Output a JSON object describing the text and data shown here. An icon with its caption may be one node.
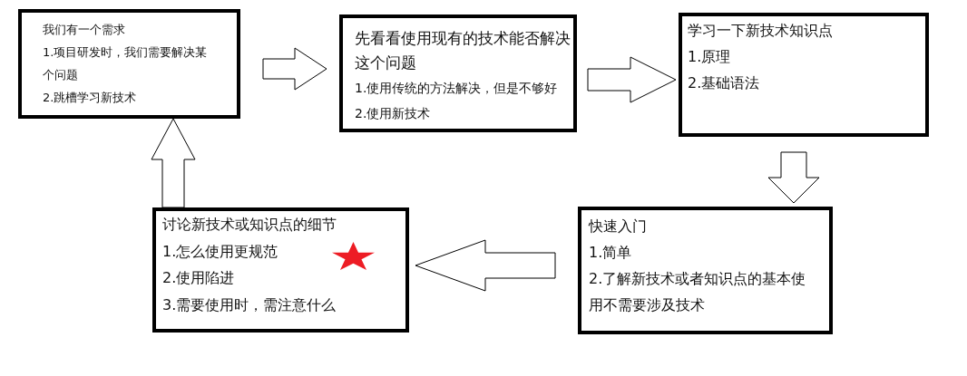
{
  "diagram": {
    "nodes": [
      {
        "text": [
          "我们有一个需求",
          "1.项目研发时，我们需要解决某个问题",
          "2.跳槽学习新技术"
        ]
      },
      {
        "text": [
          "先看看使用现有的技术能否解决这个问题",
          "1.使用传统的方法解决，但是不够好",
          "2.使用新技术"
        ]
      },
      {
        "text": [
          "学习一下新技术知识点",
          "1.原理",
          "2.基础语法"
        ]
      },
      {
        "text": [
          "快速入门",
          "1.简单",
          "2.了解新技术或者知识点的基本使用不需要涉及技术"
        ]
      },
      {
        "text": [
          "讨论新技术或知识点的细节",
          "1.怎么使用更规范",
          "2.使用陷进",
          "3.需要使用时，需注意什么"
        ]
      }
    ],
    "edges": [
      {
        "from": 0,
        "to": 1,
        "arrow": "to"
      },
      {
        "from": 1,
        "to": 2,
        "arrow": "to"
      },
      {
        "from": 2,
        "to": 3,
        "arrow": "to"
      },
      {
        "from": 3,
        "to": 4,
        "arrow": "to"
      },
      {
        "from": 4,
        "to": 0,
        "arrow": "to"
      }
    ]
  }
}
